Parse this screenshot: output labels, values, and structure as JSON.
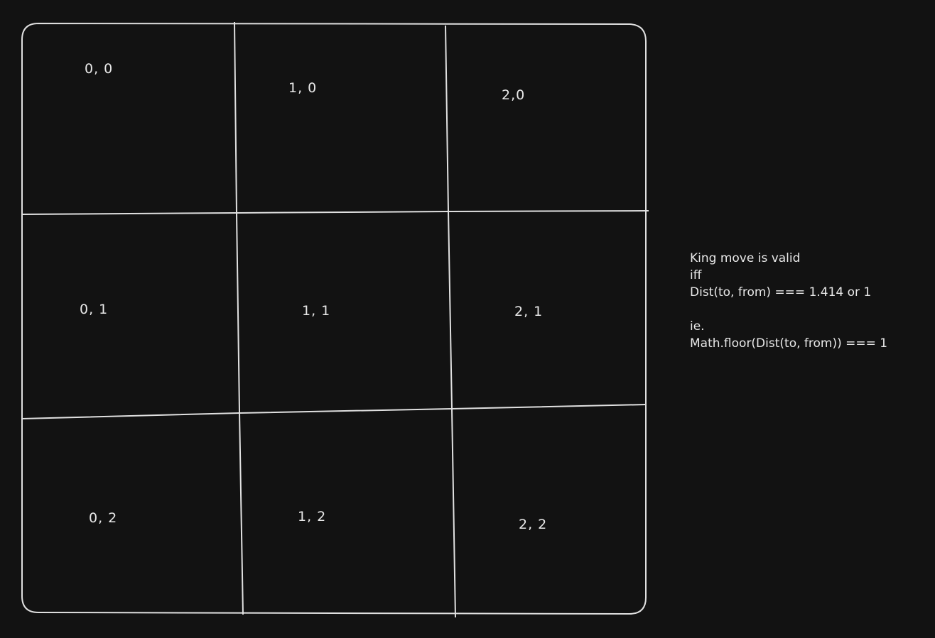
{
  "board": {
    "cells": [
      {
        "label": "0, 0"
      },
      {
        "label": "1, 0"
      },
      {
        "label": "2,0"
      },
      {
        "label": "0, 1"
      },
      {
        "label": "1, 1"
      },
      {
        "label": "2, 1"
      },
      {
        "label": "0, 2"
      },
      {
        "label": "1, 2"
      },
      {
        "label": "2, 2"
      }
    ],
    "stroke_color": "#e0e0e0",
    "background_color": "#121212"
  },
  "note": {
    "line1": "King move is valid",
    "line2": "iff",
    "line3": "Dist(to, from) === 1.414 or 1",
    "line4": "ie.",
    "line5": "Math.floor(Dist(to, from)) === 1"
  }
}
